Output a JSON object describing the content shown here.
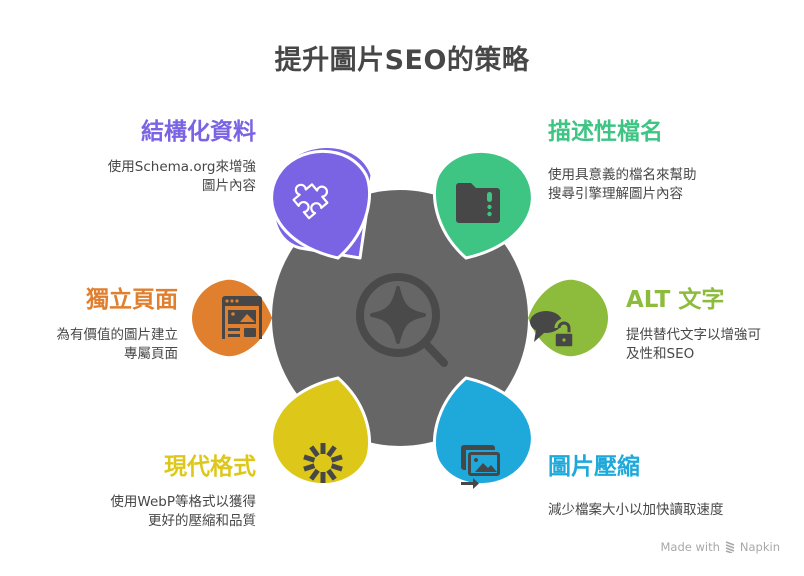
{
  "title": "提升圖片SEO的策略",
  "center": {
    "icon": "search-sparkle-icon",
    "color": "#666666"
  },
  "items": [
    {
      "heading": "結構化資料",
      "desc_lines": [
        "使用Schema.org來增強",
        "圖片內容"
      ],
      "color": "#7B64E3",
      "icon": "puzzle-icon",
      "side": "left"
    },
    {
      "heading": "描述性檔名",
      "desc_lines": [
        "使用具意義的檔名來幫助",
        "搜尋引擎理解圖片內容"
      ],
      "color": "#3EC483",
      "icon": "folder-alert-icon",
      "side": "right"
    },
    {
      "heading": "獨立頁面",
      "desc_lines": [
        "為有價值的圖片建立",
        "專屬頁面"
      ],
      "color": "#E07F2E",
      "icon": "webpage-image-icon",
      "side": "left"
    },
    {
      "heading": "ALT 文字",
      "desc_lines": [
        "提供替代文字以增強可",
        "及性和SEO"
      ],
      "color": "#8DBB3B",
      "icon": "chat-lock-icon",
      "side": "right"
    },
    {
      "heading": "現代格式",
      "desc_lines": [
        "使用WebP等格式以獲得",
        "更好的壓縮和品質"
      ],
      "color": "#DDC81A",
      "icon": "loading-burst-icon",
      "side": "left"
    },
    {
      "heading": "圖片壓縮",
      "desc_lines": [
        "減少檔案大小以加快讀取速度"
      ],
      "color": "#1EA9DA",
      "icon": "image-export-icon",
      "side": "right"
    }
  ],
  "footer": {
    "made_with": "Made with",
    "brand": "Napkin"
  }
}
